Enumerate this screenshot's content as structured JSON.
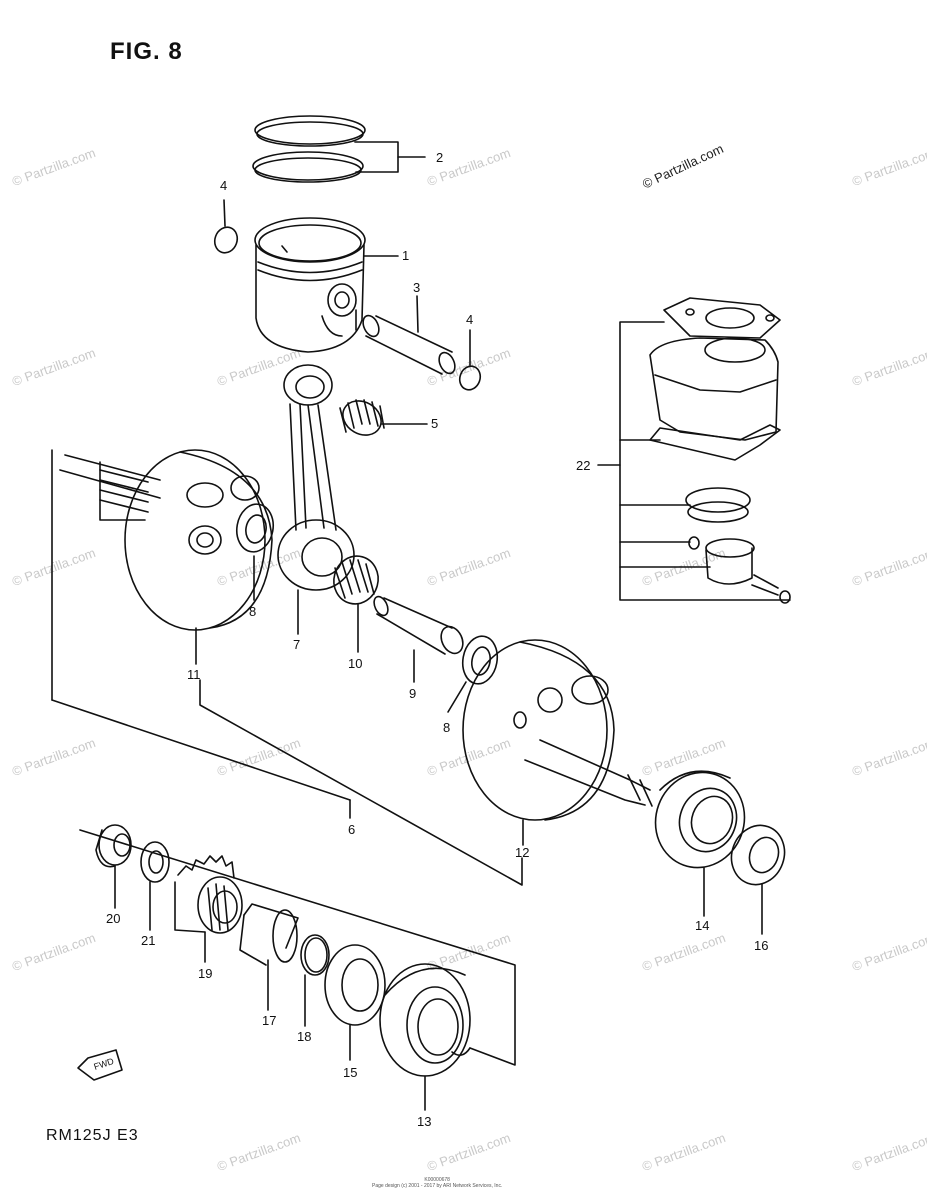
{
  "figure": {
    "title": "FIG. 8",
    "model": "RM125J E3"
  },
  "watermark": {
    "text": "© Partzilla.com"
  },
  "footer": {
    "line1": "K00000678",
    "line2": "Page design (c) 2001 - 2017 by ARI Network Services, Inc."
  },
  "fwd_label": "FWD",
  "callouts": {
    "c1": "1",
    "c2": "2",
    "c3": "3",
    "c4a": "4",
    "c4b": "4",
    "c5": "5",
    "c6": "6",
    "c7": "7",
    "c8a": "8",
    "c8b": "8",
    "c9": "9",
    "c10": "10",
    "c11": "11",
    "c12": "12",
    "c13": "13",
    "c14": "14",
    "c15": "15",
    "c16": "16",
    "c17": "17",
    "c18": "18",
    "c19": "19",
    "c20": "20",
    "c21": "21",
    "c22": "22"
  }
}
